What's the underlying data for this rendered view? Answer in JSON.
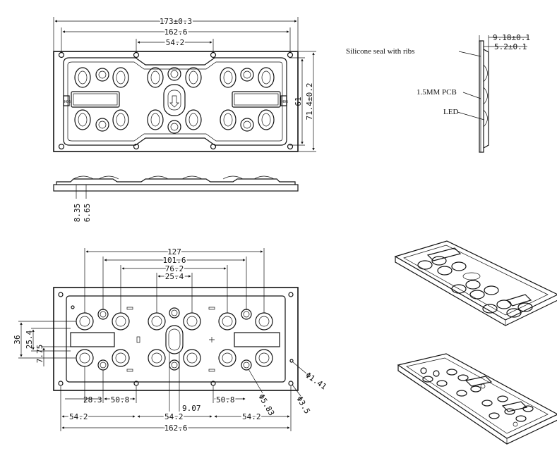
{
  "top_view": {
    "overall_length": "173±0.3",
    "hole_span": "162.6",
    "center_hole_span": "54.2",
    "height_inner": "61",
    "height_outer": "71.4±0.2",
    "side_label": "H06"
  },
  "side_view": {
    "h1": "8.35",
    "h2": "6.65"
  },
  "profile": {
    "thickness_total": "9.18±0.1",
    "thickness_lens": "5.2±0.1",
    "seal_label": "Silicone seal with ribs",
    "pcb_label": "1.5MM PCB",
    "led_label": "LED"
  },
  "bottom_view": {
    "pitch_127": "127",
    "pitch_101": "101.6",
    "pitch_76": "76.2",
    "pitch_25": "25.4",
    "h_36": "36",
    "h_25": "25.4",
    "h_7": "7.75",
    "x_283": "28.3",
    "x_508a": "50.8",
    "x_907": "9.07",
    "x_508b": "50.8",
    "d_583": "Φ5.83",
    "d_35": "Φ3.5",
    "d_141": "Φ1.41",
    "b_542a": "54.2",
    "b_542b": "54.2",
    "b_542c": "54.2",
    "b_1626": "162.6"
  }
}
